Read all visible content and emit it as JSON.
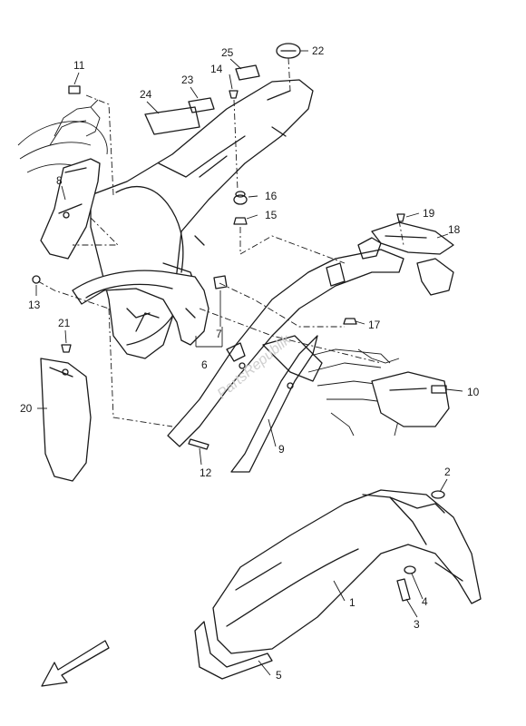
{
  "watermark": "PartsRepublik",
  "callouts": [
    {
      "id": "c1",
      "number": "1"
    },
    {
      "id": "c2",
      "number": "2"
    },
    {
      "id": "c3",
      "number": "3"
    },
    {
      "id": "c4",
      "number": "4"
    },
    {
      "id": "c5",
      "number": "5"
    },
    {
      "id": "c6",
      "number": "6"
    },
    {
      "id": "c7",
      "number": "7"
    },
    {
      "id": "c8",
      "number": "8"
    },
    {
      "id": "c9",
      "number": "9"
    },
    {
      "id": "c10",
      "number": "10"
    },
    {
      "id": "c11",
      "number": "11"
    },
    {
      "id": "c12",
      "number": "12"
    },
    {
      "id": "c13",
      "number": "13"
    },
    {
      "id": "c14",
      "number": "14"
    },
    {
      "id": "c15",
      "number": "15"
    },
    {
      "id": "c16",
      "number": "16"
    },
    {
      "id": "c17",
      "number": "17"
    },
    {
      "id": "c18",
      "number": "18"
    },
    {
      "id": "c19",
      "number": "19"
    },
    {
      "id": "c20",
      "number": "20"
    },
    {
      "id": "c21",
      "number": "21"
    },
    {
      "id": "c22",
      "number": "22"
    },
    {
      "id": "c23",
      "number": "23"
    },
    {
      "id": "c24",
      "number": "24"
    },
    {
      "id": "c25",
      "number": "25"
    }
  ],
  "front_arrow": "front-direction-arrow"
}
